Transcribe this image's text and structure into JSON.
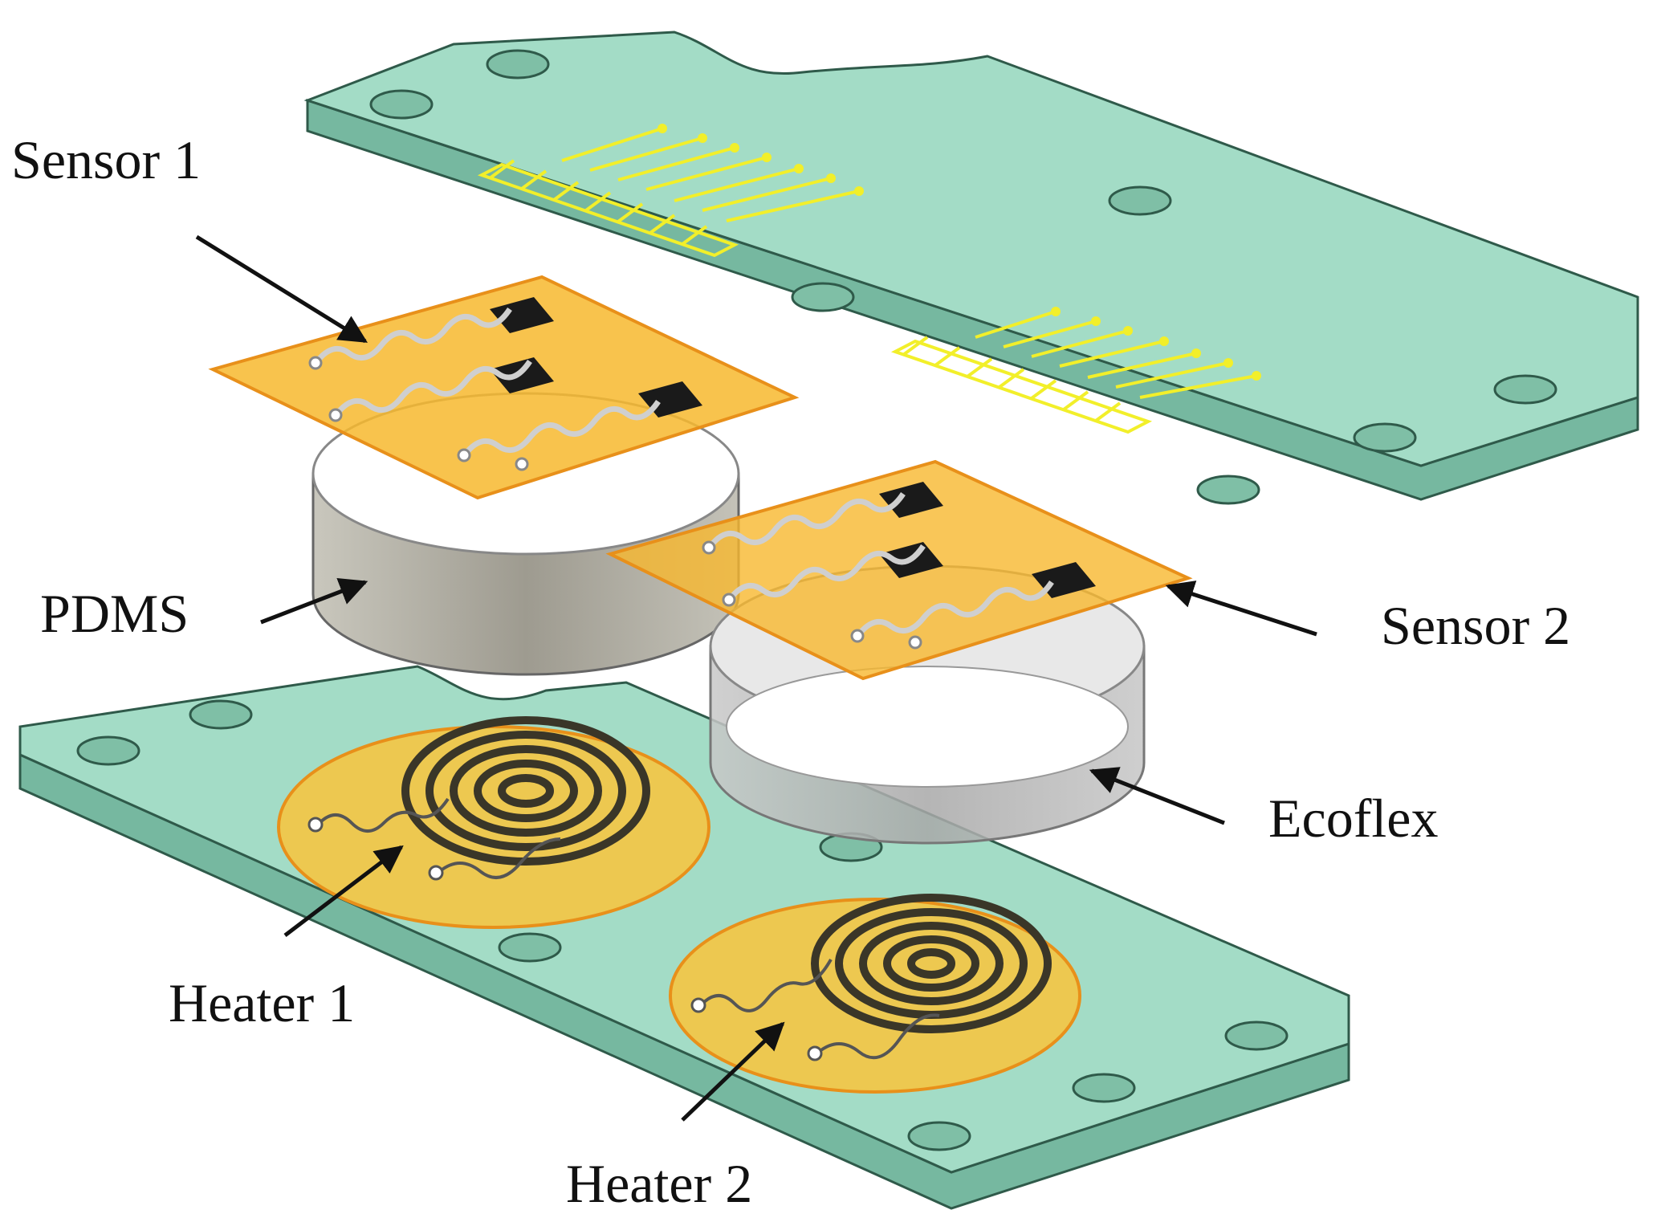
{
  "labels": {
    "sensor1": "Sensor 1",
    "pdms": "PDMS",
    "sensor2": "Sensor 2",
    "ecoflex": "Ecoflex",
    "heater1": "Heater 1",
    "heater2": "Heater 2"
  },
  "colors": {
    "pcb_top": "#a3dcc6",
    "pcb_side": "#76b8a0",
    "pcb_edge": "#2f5a4a",
    "trace": "#f2ef2a",
    "sensor_film": "#f7b82e",
    "sensor_edge": "#e8901a",
    "pad": "#1a1a1a",
    "heater_film": "#f5c542",
    "coil": "#3a3628",
    "pdms_side": "#b3b0a4",
    "ecoflex_side": "#bcbcbc",
    "arrow": "#111111"
  }
}
